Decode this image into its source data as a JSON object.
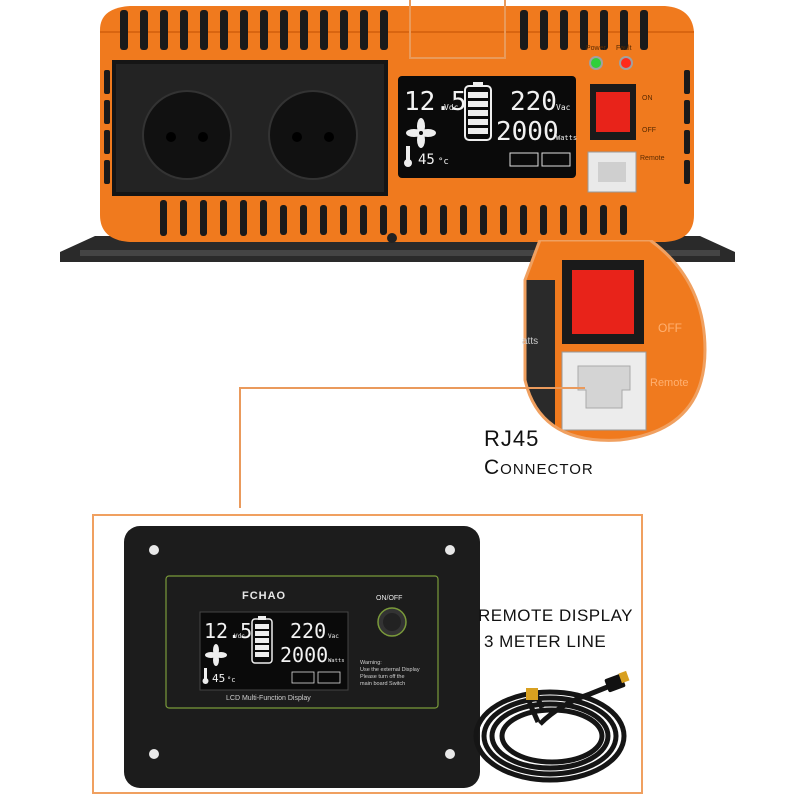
{
  "inverter": {
    "lcd": {
      "voltage_in": "12.5",
      "voltage_in_unit": "Vdc",
      "voltage_out": "220",
      "voltage_out_unit": "Vac",
      "power": "2000",
      "power_unit": "Watts",
      "temperature": "45",
      "temperature_unit": "°c"
    },
    "indicators": {
      "power_label": "Power",
      "fault_label": "Fault"
    },
    "switch_labels": {
      "on": "ON",
      "off": "OFF"
    },
    "remote_label": "Remote"
  },
  "zoom_callout": {
    "off_label": "OFF",
    "watts_fragment": "atts",
    "remote_fragment": "Remote"
  },
  "connector_caption": {
    "line1": "RJ45",
    "line2": "Connector"
  },
  "remote_panel": {
    "brand": "FCHAO",
    "onoff_label": "ON/OFF",
    "warning_title": "Warning:",
    "warning_lines": [
      "Use the external Display",
      "Please turn off the",
      "main board Switch"
    ],
    "lcd_caption": "LCD Multi-Function Display",
    "lcd": {
      "voltage_in": "12.5",
      "voltage_in_unit": "Vdc",
      "voltage_out": "220",
      "voltage_out_unit": "Vac",
      "power": "2000",
      "power_unit": "Watts",
      "temperature": "45",
      "temperature_unit": "°c"
    }
  },
  "cable_caption": {
    "line1": "REMOTE DISPLAY",
    "line2": "3 METER LINE"
  },
  "colors": {
    "orange": "#f07a1e",
    "frame_orange": "#f0a060",
    "panel_black": "#1c1c1c",
    "lcd_bg": "#0a0a0a"
  }
}
